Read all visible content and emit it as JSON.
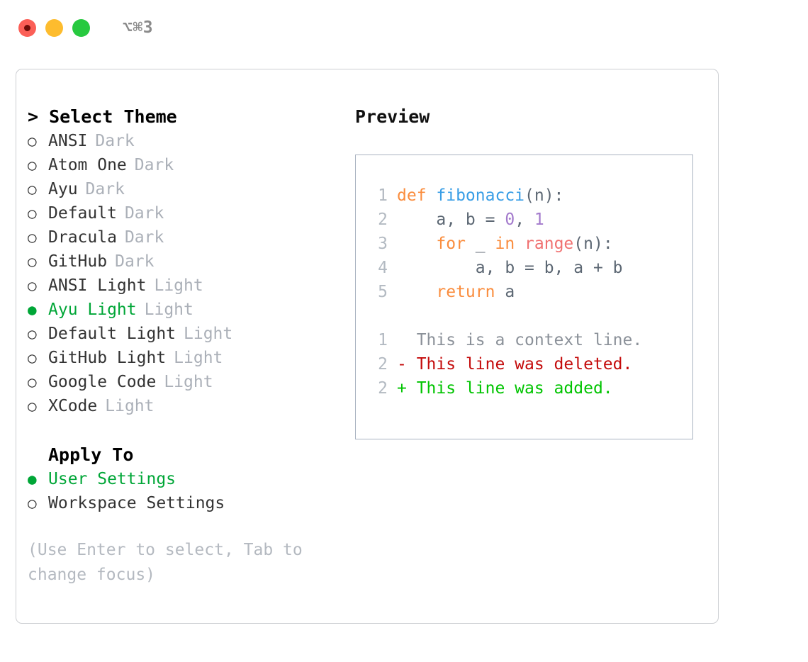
{
  "titlebar": {
    "shortcut": "⌥⌘3",
    "buttons": [
      {
        "name": "close",
        "color": "#fb5f57"
      },
      {
        "name": "minimize",
        "color": "#fdbc2e"
      },
      {
        "name": "maximize",
        "color": "#27c93f"
      }
    ]
  },
  "theme_panel": {
    "heading": "> Select Theme",
    "marker_selected": "●",
    "marker_unselected": "○",
    "options": [
      {
        "label": "ANSI",
        "kind": "Dark",
        "selected": false
      },
      {
        "label": "Atom One",
        "kind": "Dark",
        "selected": false
      },
      {
        "label": "Ayu",
        "kind": "Dark",
        "selected": false
      },
      {
        "label": "Default",
        "kind": "Dark",
        "selected": false
      },
      {
        "label": "Dracula",
        "kind": "Dark",
        "selected": false
      },
      {
        "label": "GitHub",
        "kind": "Dark",
        "selected": false
      },
      {
        "label": "ANSI Light",
        "kind": "Light",
        "selected": false
      },
      {
        "label": "Ayu Light",
        "kind": "Light",
        "selected": true
      },
      {
        "label": "Default Light",
        "kind": "Light",
        "selected": false
      },
      {
        "label": "GitHub Light",
        "kind": "Light",
        "selected": false
      },
      {
        "label": "Google Code",
        "kind": "Light",
        "selected": false
      },
      {
        "label": "XCode",
        "kind": "Light",
        "selected": false
      }
    ]
  },
  "apply_to": {
    "heading": "Apply To",
    "options": [
      {
        "label": "User Settings",
        "selected": true
      },
      {
        "label": "Workspace Settings",
        "selected": false
      }
    ]
  },
  "hint": "(Use Enter to select, Tab to change focus)",
  "preview": {
    "heading": "Preview",
    "code_lines": [
      {
        "no": "1",
        "tokens": [
          {
            "t": "def ",
            "c": "tok-kw"
          },
          {
            "t": "fibonacci",
            "c": "tok-fn"
          },
          {
            "t": "(n):",
            "c": "tok-punc"
          }
        ]
      },
      {
        "no": "2",
        "tokens": [
          {
            "t": "    a, b = ",
            "c": "tok-id"
          },
          {
            "t": "0",
            "c": "tok-num"
          },
          {
            "t": ", ",
            "c": "tok-id"
          },
          {
            "t": "1",
            "c": "tok-num"
          }
        ]
      },
      {
        "no": "3",
        "tokens": [
          {
            "t": "    for ",
            "c": "tok-kw"
          },
          {
            "t": "_ ",
            "c": "tok-id"
          },
          {
            "t": "in ",
            "c": "tok-kw"
          },
          {
            "t": "range",
            "c": "tok-fnc"
          },
          {
            "t": "(n):",
            "c": "tok-punc"
          }
        ]
      },
      {
        "no": "4",
        "tokens": [
          {
            "t": "        a, b = b, a + b",
            "c": "tok-id"
          }
        ]
      },
      {
        "no": "5",
        "tokens": [
          {
            "t": "    return ",
            "c": "tok-kw"
          },
          {
            "t": "a",
            "c": "tok-id"
          }
        ]
      }
    ],
    "diff_lines": [
      {
        "no": "1",
        "prefix": "  ",
        "text": "This is a context line.",
        "cls": "diff-ctx"
      },
      {
        "no": "2",
        "prefix": "- ",
        "text": "This line was deleted.",
        "cls": "diff-del"
      },
      {
        "no": "2",
        "prefix": "+ ",
        "text": "This line was added.",
        "cls": "diff-add"
      }
    ]
  },
  "colors": {
    "accent_green": "#00a637",
    "keyword": "#fa8d3e",
    "function": "#399ee6",
    "number": "#a37acc",
    "builtin": "#f07171",
    "foreground": "#5c6773",
    "muted": "#abb0b8",
    "diff_added": "#00c400",
    "diff_deleted": "#c40b0b"
  }
}
